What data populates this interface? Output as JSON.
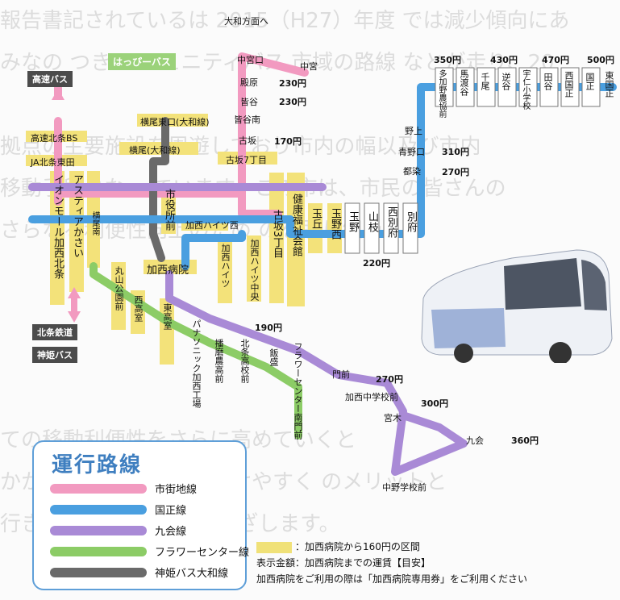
{
  "background_text": "報告書記されているは 2015（H27）年度 では減少傾向にあ\nみなの つき コミュニティバス 市域の路線 なとが走り、20\n\n拠点の主要施設を周遊しており市内の幅以及び市内\n移動手段とな っています。この市は、市民の皆さんの\nさらなる利便性向上のため のを取り組み\n\n\n\n\nての移動利便性をさらに高めていくと\nかから中心市街地に出かけやすく のメリットと\n行きやすい中心市街地 めざします。\n\n\n向けた事業\n\n事業",
  "legend": {
    "title": "運行路線",
    "lines": [
      {
        "label": "市街地線",
        "color": "#f29ac0"
      },
      {
        "label": "国正線",
        "color": "#4a9fe0"
      },
      {
        "label": "九会線",
        "color": "#a98ad6"
      },
      {
        "label": "フラワーセンター線",
        "color": "#8ccc66"
      },
      {
        "label": "神姫バス大和線",
        "color": "#6a6a6a"
      }
    ]
  },
  "notes": {
    "swatch_text": "：加西病院から160円の区間",
    "line2": "表示金額：加西病院までの運賃【目安】",
    "line3": "加西病院をご利用の際は「加西病院専用券」をご利用ください"
  },
  "labels": {
    "kosoku": "高速バス",
    "hokujo": "北条鉄道",
    "shinki": "神姫バス",
    "happy": "はっぴーバス"
  },
  "stops": {
    "yamato": "大和方面へ",
    "nakamiya": "中宮口",
    "nakamiya2": "中宮",
    "tonohara": "殿原",
    "hiedani": "皆谷",
    "hiedani_minami": "皆谷南",
    "furusaka": "古坂",
    "furusaka7": "古坂7丁目",
    "yokoo_higashi": "横尾東口(大和線)",
    "yokoo": "横尾(大和線)",
    "bs": "高速北条BS",
    "ja": "JA北条東田",
    "aeon": "イオンモール加西北条",
    "astia": "アスティアかさい",
    "yokoominami": "横尾南",
    "shiyakusho": "市役所前",
    "kasaiheights_nishi": "加西ハイツ西",
    "kasai_hospital": "加西病院",
    "kasaiheights": "加西ハイツ",
    "kasaiheights_chuo": "加西ハイツ中央",
    "furusaka3": "古坂3丁目",
    "kenko": "健康福祉会館",
    "tamaoka": "玉丘",
    "tamanoshita": "玉野西",
    "tamano": "玉野",
    "yamaeda": "山枝",
    "nishibeppu": "西別府",
    "beppu": "別府",
    "maruyama": "丸山公園前",
    "nishi_kouzai": "西高室",
    "higashi_kouzai": "東高室",
    "panasonic": "パナソニック加西工場",
    "harima": "播磨農高前",
    "hokujo_koko": "北条高校前",
    "iinomiya": "飯盛",
    "flower": "フラワーセンター南門前",
    "kadomae": "門前",
    "kasai_chugaku": "加西中学校前",
    "miyaki": "宮木",
    "kukai": "九会",
    "nakano": "中野学校前",
    "nogami": "野上",
    "aonoguchi": "青野口",
    "tsuku": "都染",
    "tataraneji": "多加野農協前",
    "umakusa": "馬渡谷",
    "chio": "千尾",
    "tsuya": "逆谷",
    "uni": "宇仁小学校",
    "tanaka": "田谷",
    "nishi_kuni": "西国正",
    "kunimasa": "国正",
    "higashi_kuni": "東国正"
  },
  "prices": {
    "p230a": "230円",
    "p230b": "230円",
    "p170": "170円",
    "p220": "220円",
    "p190": "190円",
    "p270a": "270円",
    "p300": "300円",
    "p360": "360円",
    "p350": "350円",
    "p430": "430円",
    "p470": "470円",
    "p500": "500円",
    "p310": "310円",
    "p270b": "270円"
  }
}
